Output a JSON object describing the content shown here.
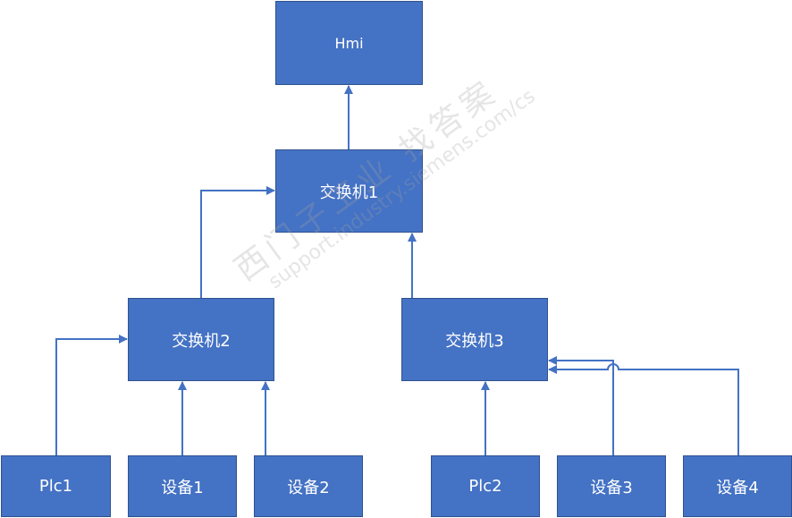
{
  "nodes": {
    "hmi": "Hmi",
    "switch1": "交换机1",
    "switch2": "交换机2",
    "switch3": "交换机3",
    "plc1": "Plc1",
    "device1": "设备1",
    "device2": "设备2",
    "plc2": "Plc2",
    "device3": "设备3",
    "device4": "设备4"
  },
  "watermark": {
    "text_cn": "西门子工业 找答案",
    "text_url": "support.industry.siemens.com/cs"
  },
  "colors": {
    "node_fill": "#4472C4",
    "node_border": "#2F528F",
    "connector": "#4472C4"
  }
}
